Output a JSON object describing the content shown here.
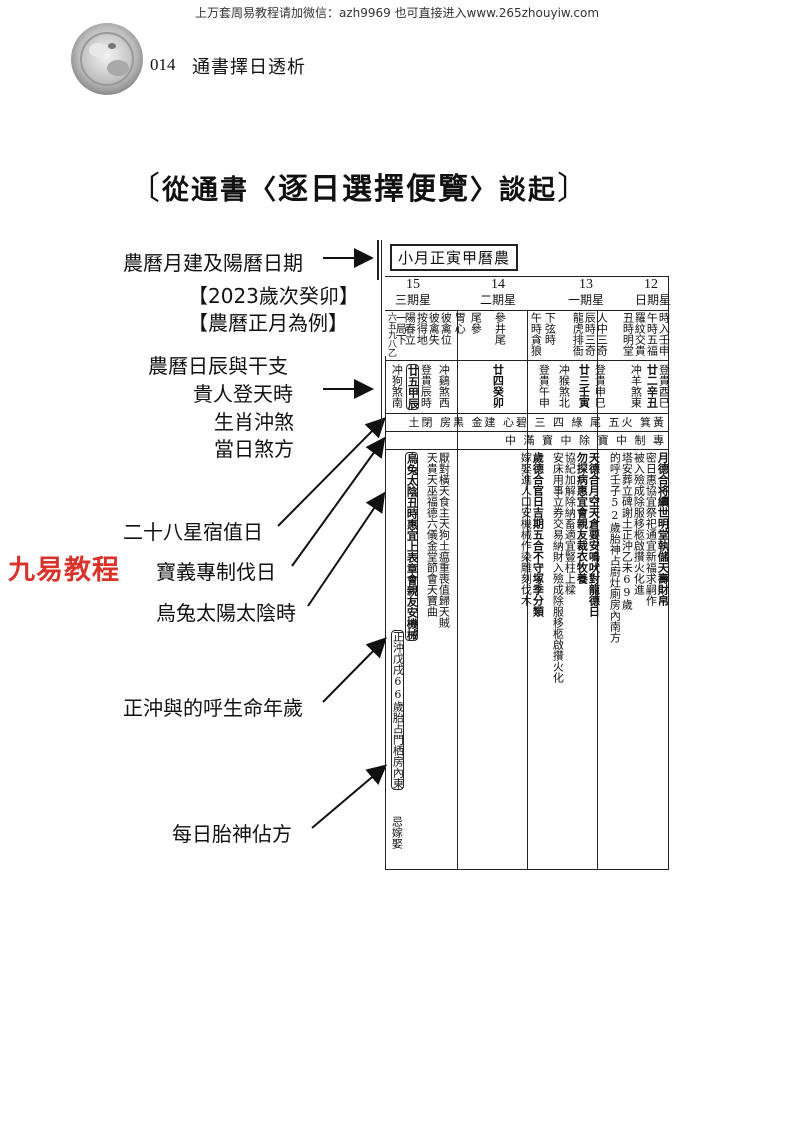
{
  "banner": "上万套周易教程请加微信：azh9969   也可直接进入www.265zhouyiw.com",
  "page_number": "014",
  "page_title": "通書擇日透析",
  "section_title": {
    "open": "〔",
    "pre": "從通書〈",
    "main": "逐日選擇便覽",
    "post": "〉談起",
    "close": "〕"
  },
  "labels": {
    "month": "農曆月建及陽曆日期",
    "year": "【2023歲次癸卯】",
    "example": "【農曆正月為例】",
    "day_branch": "農曆日辰與干支",
    "noble": "貴人登天時",
    "zodiac_clash": "生肖沖煞",
    "sha": "當日煞方",
    "star28": "二十八星宿值日",
    "bao": "寶義專制伐日",
    "sun_moon": "烏兔太陽太陰時",
    "clash_age": "正沖與的呼生命年歲",
    "fetus": "每日胎神佔方"
  },
  "watermark": "九易教程",
  "almanac": {
    "month_box": "小月正寅甲曆農",
    "days": [
      {
        "num": "12",
        "week": "日期星"
      },
      {
        "num": "13",
        "week": "一期星"
      },
      {
        "num": "14",
        "week": "二期星"
      },
      {
        "num": "15",
        "week": "三期星"
      }
    ],
    "top_cols": [
      "時入壬申",
      "午時五福",
      "羅紋交貴",
      "丑時明堂",
      "人中三奇",
      "辰時三奇",
      "龍虎排衙",
      "下弦時",
      "午時貪狼",
      "參井尾",
      "尾參",
      "胃心",
      "彼禽位",
      "彼禽失",
      "按得地",
      "陽春立",
      "一局下",
      "六五九八乙"
    ],
    "branch_cols": [
      "登貴酉巳",
      "廿二辛丑",
      "冲羊煞東",
      "登貴申巳",
      "廿三壬寅",
      "冲猴煞北",
      "登貴午申",
      "廿四癸卯",
      "冲鷄煞西",
      "登貴辰時",
      "廿五甲辰",
      "冲狗煞南"
    ],
    "star_row": "土閉 房黑 金建 心碧 三 四 綠 尾 五火 箕黃",
    "bao_row": "中 滿 寶 中 除 寶 中 制 專",
    "body_cols": [
      "月德合将續世明堂執儲天壽財帛",
      "密日惠協宜祭祀通宜新福求嗣作",
      "被入殮成除服移柩啟攢火化進",
      "塔安葬立碑謝土正沖乙未69歲",
      "的呼壬子52歲胎神占廚灶廁房內南方",
      "天德合月空天倉要安鳴吠對龍德日",
      "勿探病惠宜會親友裁衣牧養",
      "協紀加解除納畜適宜豎柱上樑",
      "安床用事立券交易納財入殮成除服移柩啟攢火化",
      "歲德合官日吉期五合不守塚季分類",
      "嫁娶進人口安機械作染雕刻伐木",
      "烏兔太陰丑時惠宜上表章會親友安機械",
      "天貴天巫福德六儀金堂節會天寶曲",
      "厭對橫天食主天狗土瘟重喪值歸天賊",
      "正沖戊戌66歲胎占門栖房內東",
      "忌嫁娶"
    ]
  }
}
